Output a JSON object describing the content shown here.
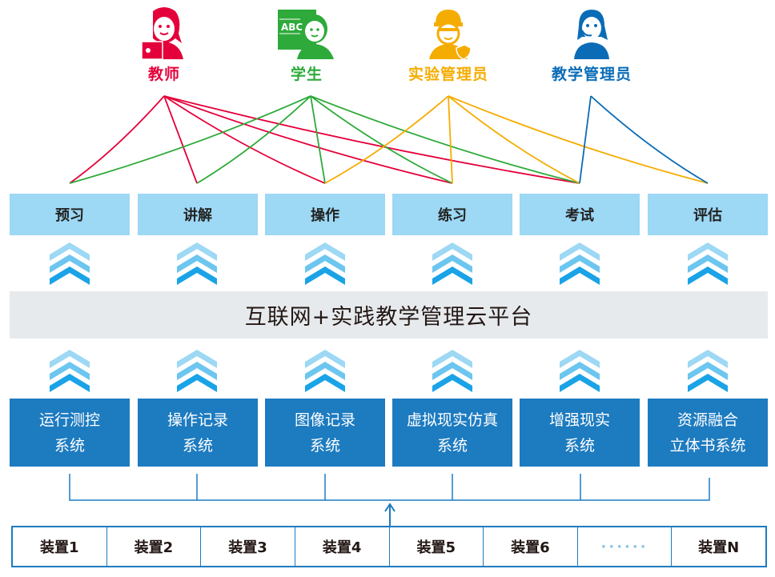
{
  "roles": [
    {
      "label": "教师",
      "icon": "teacher-icon",
      "color": "#e4003a"
    },
    {
      "label": "学生",
      "icon": "student-icon",
      "color": "#2eaa3a",
      "board_text": "ABC"
    },
    {
      "label": "实验管理员",
      "icon": "lab-admin-icon",
      "color": "#f5ac00"
    },
    {
      "label": "教学管理员",
      "icon": "teaching-admin-icon",
      "color": "#0a6cb7"
    }
  ],
  "stages": [
    "预习",
    "讲解",
    "操作",
    "练习",
    "考试",
    "评估"
  ],
  "platform": "互联网+实践教学管理云平台",
  "systems": [
    {
      "line1": "运行测控",
      "line2": "系统"
    },
    {
      "line1": "操作记录",
      "line2": "系统"
    },
    {
      "line1": "图像记录",
      "line2": "系统"
    },
    {
      "line1": "虚拟现实仿真",
      "line2": "系统"
    },
    {
      "line1": "增强现实",
      "line2": "系统"
    },
    {
      "line1": "资源融合",
      "line2": "立体书系统"
    }
  ],
  "devices": [
    "装置1",
    "装置2",
    "装置3",
    "装置4",
    "装置5",
    "装置6",
    "······",
    "装置N"
  ],
  "connections": [
    {
      "role": 0,
      "stages": [
        0,
        1,
        2,
        3,
        4
      ]
    },
    {
      "role": 1,
      "stages": [
        0,
        1,
        2,
        3,
        4
      ]
    },
    {
      "role": 2,
      "stages": [
        2,
        3,
        4,
        5
      ]
    },
    {
      "role": 3,
      "stages": [
        4,
        5
      ]
    }
  ],
  "colors": {
    "stage_bg": "#9dd8f4",
    "system_bg": "#1d7bc0",
    "platform_bg": "#e7eaed"
  }
}
